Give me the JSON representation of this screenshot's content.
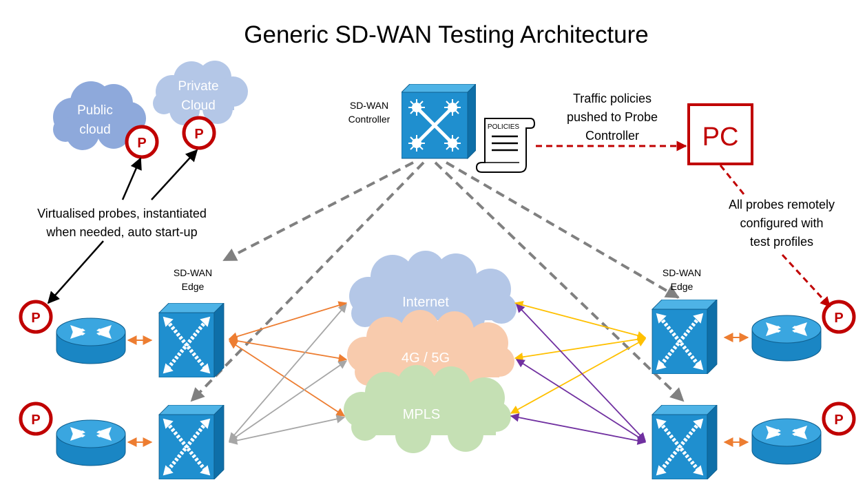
{
  "title": "Generic SD-WAN Testing Architecture",
  "clouds": {
    "public": {
      "line1": "Public",
      "line2": "cloud"
    },
    "private": {
      "line1": "Private",
      "line2": "Cloud"
    },
    "internet": "Internet",
    "cellular": "4G / 5G",
    "mpls": "MPLS"
  },
  "probe_label": "P",
  "controller": {
    "line1": "SD-WAN",
    "line2": "Controller"
  },
  "edge_label": {
    "line1": "SD-WAN",
    "line2": "Edge"
  },
  "policies_label": "POLICIES",
  "probe_controller_label": "PC",
  "annotations": {
    "traffic_policies": [
      "Traffic policies",
      "pushed to Probe",
      "Controller"
    ],
    "virtualised_probes": [
      "Virtualised probes, instantiated",
      "when needed, auto start-up"
    ],
    "remote_config": [
      "All probes remotely",
      "configured with",
      "test profiles"
    ]
  },
  "colors": {
    "cloud_public": "#8ea9db",
    "cloud_private": "#b4c7e7",
    "cloud_internet": "#b4c7e7",
    "cloud_cellular": "#f8cbad",
    "cloud_mpls": "#c5e0b4",
    "switch_blue": "#1f8fcf",
    "probe_red": "#c00000",
    "dashed_gray": "#808080",
    "orange_link": "#ed7d31",
    "yellow_link": "#ffc000",
    "purple_link": "#7030a0",
    "gray_link": "#a6a6a6"
  }
}
